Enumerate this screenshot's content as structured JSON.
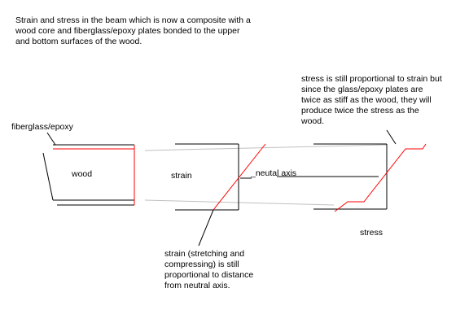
{
  "title": "Strain and stress in the beam which is now a composite with a\nwood core and fiberglass/epoxy plates bonded to the upper\nand bottom surfaces of the wood.",
  "labels": {
    "fiberglass": "fiberglass/epoxy",
    "wood": "wood",
    "strain": "strain",
    "neutral_axis": "_neutal axis",
    "stress": "stress"
  },
  "annotations": {
    "stress_note": "stress is still proportional to strain but\nsince the glass/epoxy plates are\ntwice as stiff as the wood, they will\nproduce twice the stress as the\nwood.",
    "strain_note": "strain (stretching and\ncompressing) is still\nproportional to distance\nfrom neutral axis."
  },
  "colors": {
    "line": "#000000",
    "red": "#ff0000",
    "guide": "#c0c0c0"
  }
}
